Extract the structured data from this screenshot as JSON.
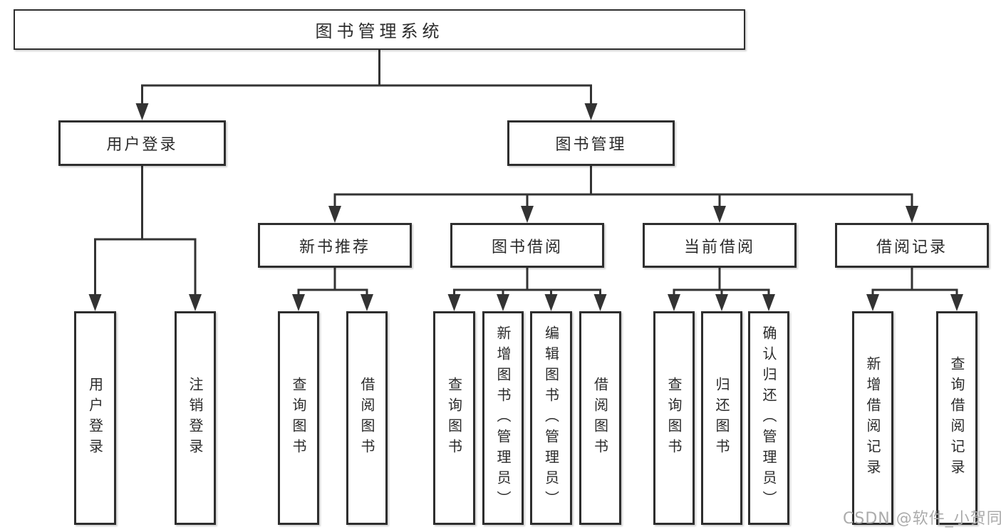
{
  "diagram": {
    "root": {
      "label": "图书管理系统"
    },
    "branches": [
      {
        "label": "用户登录",
        "children": [
          {
            "label": "用户登录"
          },
          {
            "label": "注销登录"
          }
        ]
      },
      {
        "label": "图书管理",
        "children": [
          {
            "label": "新书推荐",
            "children": [
              {
                "label": "查询图书"
              },
              {
                "label": "借阅图书"
              }
            ]
          },
          {
            "label": "图书借阅",
            "children": [
              {
                "label": "查询图书"
              },
              {
                "label": "新增图书（管理员）"
              },
              {
                "label": "编辑图书（管理员）"
              },
              {
                "label": "借阅图书"
              }
            ]
          },
          {
            "label": "当前借阅",
            "children": [
              {
                "label": "查询图书"
              },
              {
                "label": "归还图书"
              },
              {
                "label": "确认归还（管理员）"
              }
            ]
          },
          {
            "label": "借阅记录",
            "children": [
              {
                "label": "新增借阅记录"
              },
              {
                "label": "查询借阅记录"
              }
            ]
          }
        ]
      }
    ]
  },
  "watermark": {
    "text": "CSDN @软件_小贺同学"
  },
  "colors": {
    "line": "#333333",
    "box_border": "#2e2e2e",
    "text": "#2b2b2b",
    "watermark": "#ababab",
    "background": "#ffffff"
  }
}
